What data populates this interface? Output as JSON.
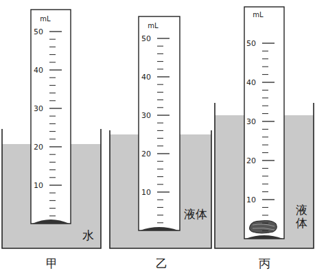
{
  "diagram": {
    "labels": [
      "mL",
      "50",
      "40",
      "30",
      "20",
      "10",
      "水",
      "mL",
      "50",
      "40",
      "30",
      "20",
      "10",
      "液体",
      "mL",
      "50",
      "40",
      "30",
      "20",
      "10",
      "液体",
      "甲",
      "乙",
      "丙"
    ]
  }
}
